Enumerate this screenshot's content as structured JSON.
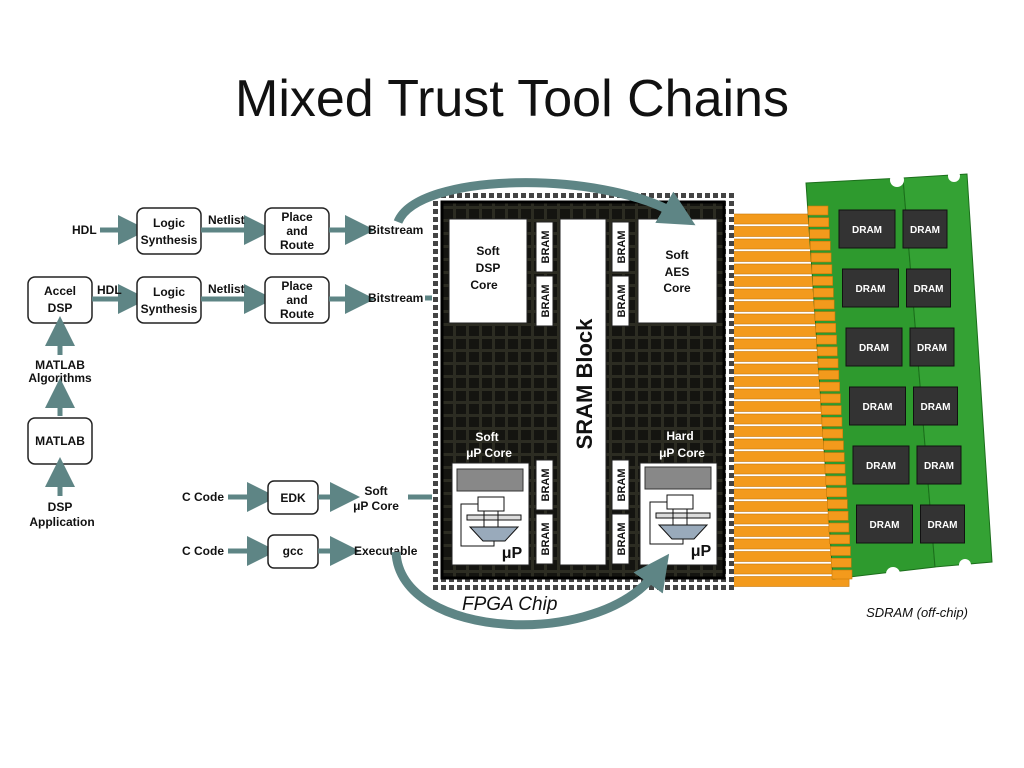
{
  "slide": {
    "title": "Mixed Trust Tool Chains"
  },
  "toolchain": {
    "row1": {
      "input": "HDL",
      "step1": [
        "Logic",
        "Synthesis"
      ],
      "mid": "Netlist",
      "step2": [
        "Place",
        "and",
        "Route"
      ],
      "output": "Bitstream"
    },
    "row2": {
      "source": [
        "Accel",
        "DSP"
      ],
      "input": "HDL",
      "step1": [
        "Logic",
        "Synthesis"
      ],
      "mid": "Netlist",
      "step2": [
        "Place",
        "and",
        "Route"
      ],
      "output": "Bitstream"
    },
    "matlab_algorithms": [
      "MATLAB",
      "Algorithms"
    ],
    "matlab": "MATLAB",
    "dsp_application": [
      "DSP",
      "Application"
    ],
    "row3": {
      "input": "C Code",
      "tool": "EDK",
      "output": [
        "Soft",
        "μP Core"
      ]
    },
    "row4": {
      "input": "C Code",
      "tool": "gcc",
      "output": "Executable"
    }
  },
  "fpga": {
    "label": "FPGA Chip",
    "soft_dsp": [
      "Soft",
      "DSP",
      "Core"
    ],
    "soft_aes": [
      "Soft",
      "AES",
      "Core"
    ],
    "sram_block": "SRAM Block",
    "bram": "BRAM",
    "soft_up": [
      "Soft",
      "μP  Core"
    ],
    "hard_up": [
      "Hard",
      "μP  Core"
    ],
    "up_label": "μP"
  },
  "sdram": {
    "label": "SDRAM (off-chip)",
    "chip": "DRAM"
  },
  "colors": {
    "arrow": "#5e8585",
    "pcb": "#2e9a2e",
    "gold": "#f39a1c",
    "fpga_grid": "#3a3a2a",
    "dram_chip": "#333333"
  }
}
